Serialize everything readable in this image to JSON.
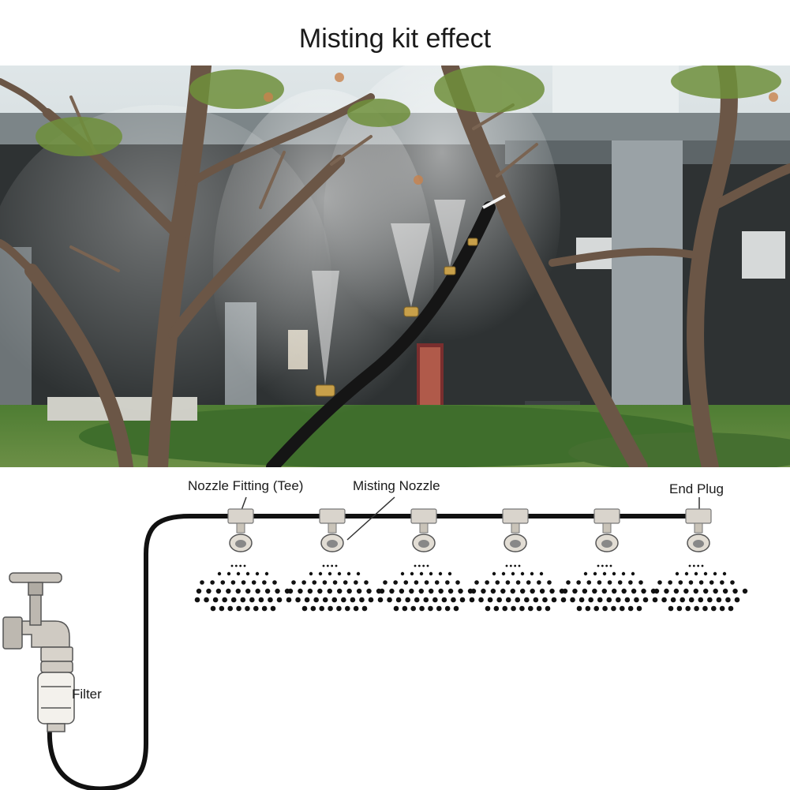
{
  "title": "Misting kit effect",
  "diagram": {
    "labels": {
      "nozzle_fitting": "Nozzle Fitting (Tee)",
      "misting_nozzle": "Misting Nozzle",
      "end_plug": "End Plug",
      "filter": "Filter"
    },
    "nozzle_count": 6
  },
  "colors": {
    "hose": "#111111",
    "fitting": "#d9d4cc",
    "brass": "#c8a04a",
    "sky": "#c9d3d6",
    "wall": "#2e3233",
    "pillar": "#9aa2a6",
    "hedge": "#3f6e2c"
  }
}
